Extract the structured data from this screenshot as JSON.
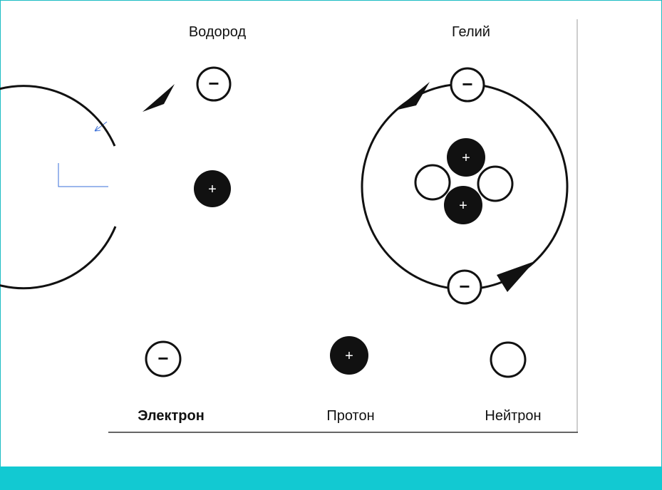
{
  "slide": {
    "accent_color": "#12c9d2",
    "border_color": "#1bbcc4"
  },
  "atoms": {
    "hydrogen": {
      "title": "Водород"
    },
    "helium": {
      "title": "Гелий"
    }
  },
  "legend": {
    "electron": "Электрон",
    "proton": "Протон",
    "neutron": "Нейтрон"
  },
  "symbols": {
    "minus": "−",
    "plus": "+"
  }
}
